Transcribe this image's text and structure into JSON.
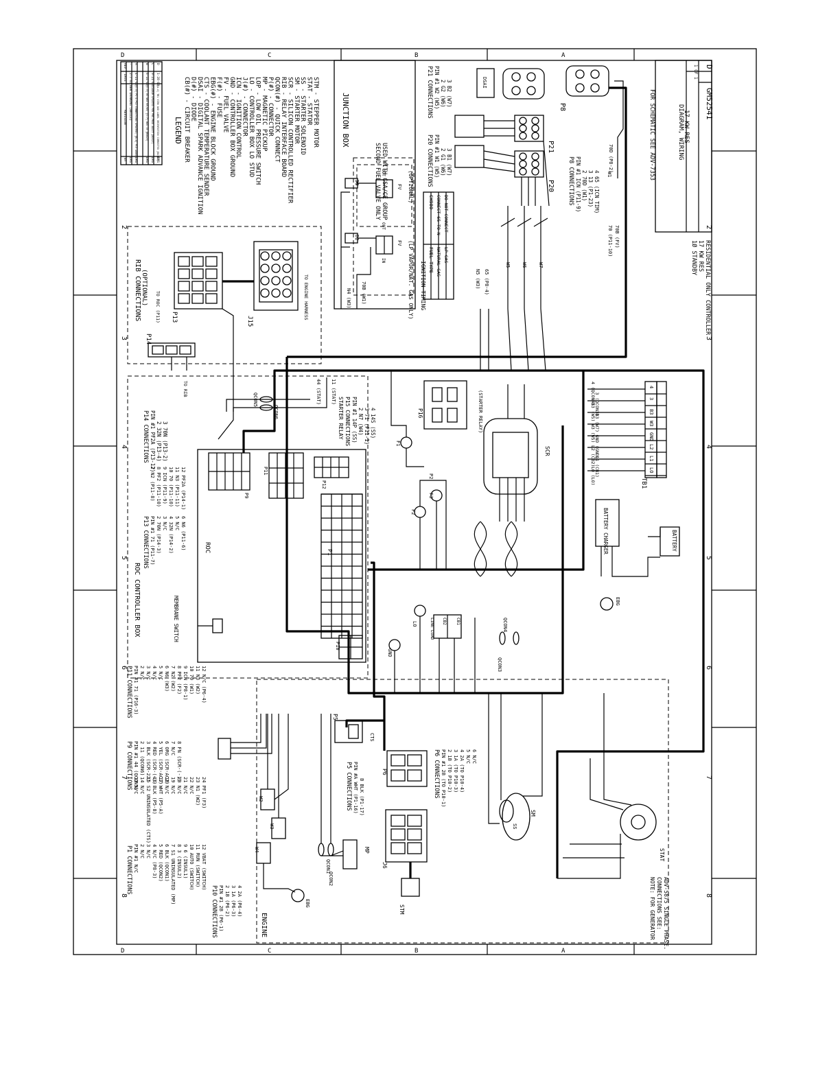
{
  "sheet": {
    "zones_top": [
      "D",
      "C",
      "B",
      "A"
    ],
    "zones_side": [
      "8",
      "7",
      "6",
      "5",
      "4",
      "3",
      "2"
    ],
    "drawing_title": "DIAGRAM, WIRING",
    "drawing_subtitle": "17 KW RES",
    "drawing_number": "GM52541",
    "revision_letter": "D",
    "sheet_label": "1 OF 1",
    "footer_line1": "1Ø STANDBY",
    "footer_line2": "17 KW RES",
    "footer_line3": "RESIDENTIAL ONLY CONTROLLER",
    "schematic_ref": "FOR SCHEMATIC SEE ADV-7353",
    "note_line1": "NOTE: FOR GENERATOR",
    "note_line2": "CONNECTIONS SEE:",
    "note_line3": "ADV-5875 SINGLE PHASE."
  },
  "revisions": {
    "header": [
      "REV",
      "DATE",
      "REVISION",
      "BY"
    ],
    "rows": [
      [
        "-",
        "2-7-07",
        "NEW DRAWING [B0113]",
        "DRS"
      ],
      [
        "A",
        "4-11-07",
        "[C-5] P1 & P12 CONNECTIONS UPDATED; [B-4] P13 ADDED",
        "DRS"
      ],
      [
        "B",
        "6-14-07",
        "[C-5] W1 WAS W5,W3; [C-7] WAS 15 [B0425]",
        "DRS"
      ],
      [
        "C",
        "9-21-07",
        "DIAGRAM UPDATED PER PRE-PROD AUDIT [B0527]",
        "DRS"
      ],
      [
        "D",
        "1-28-08",
        "[A-4] TB1 VIEW AND LABEL ORIENTATION CORRECTED [B4183]",
        "DRS"
      ]
    ]
  },
  "legend": {
    "title": "LEGEND",
    "items": [
      "CB(#) - CIRCUIT BREAKER",
      "D(#) - DIODE",
      "DSAI - DIGITAL SPARK ADVANCE IGNITION",
      "CTS - COOLANT TEMPERATURE SENDER",
      "EBG(#) - ENGINE BLOCK GROUND",
      "F(#) - FUSE",
      "FV - FUEL VALVE",
      "GND - CONTROLLER BOX GROUND",
      "ICN - IGNITION CONTROL",
      "J(#) - CONNECTOR",
      "LO - CONTROLLER BOX LO STUD",
      "LOP - LOW OIL PRESSURE SWITCH",
      "MP - MAGNETIC PICKUP",
      "P(#) - CONNECTOR",
      "QCON(#) - QUICK CONNECT",
      "RIB - RELAY INTERFACE BOARD",
      "SCR - SILICON CONTROLLED RECTIFIER",
      "SM - STARTER MOTOR",
      "SS - STARTER SOLENOID",
      "STAT - STATOR",
      "STM - STEPPER MOTOR"
    ]
  },
  "junction_box": {
    "title": "JUNCTION BOX",
    "second_valve_1": "SECOND FUEL VALVE ONLY",
    "second_valve_2": "USED WITH CSA/CE GROUP",
    "optional_lp": "(LP VAPOR/NAT. GAS ONLY)",
    "optional": "(OPTIONAL)",
    "d2": "D2",
    "d3": "D3",
    "fv": "FV",
    "in": "IN",
    "out": "OUT"
  },
  "ignition_timing": {
    "title": "IGNITION TIMING",
    "header": [
      "FUEL TYPE",
      "CH980"
    ],
    "rows": [
      [
        "NATURAL GAS",
        "CONNECT 65 TO N"
      ],
      [
        "LP GAS",
        "DO NOT CONNECT"
      ]
    ]
  },
  "p20_connections": {
    "title": "P20 CONNECTIONS",
    "lines": [
      "PIN #1  W1 (W5)",
      "2  G1 (W6)",
      "3  B1 (W7)"
    ]
  },
  "p21_connections": {
    "title": "P21 CONNECTIONS",
    "lines": [
      "PIN #1  W2 (W5)",
      "2  G2 (W6)",
      "3  B2 (W7)"
    ]
  },
  "p8_connections": {
    "title": "P8 CONNECTIONS",
    "lines": [
      "PIN #1  ICN (P11-9)",
      "2  70D (W1)",
      "3  13 (P1-23)",
      "4  65 (ICN TIM)"
    ]
  },
  "rib": {
    "title": "RIB CONNECTIONS",
    "optional": "(OPTIONAL)",
    "p13": "P13",
    "p14": "P14",
    "j15": "J15",
    "to_roc": "TO ROC (P11)",
    "to_engine": "TO ENGINE HARNESS",
    "to_rib": "TO RIB"
  },
  "roc": {
    "title": "ROC CONTROLLER BOX",
    "roc_label": "ROC",
    "membrane": "MEMBRANE SWITCH",
    "p14_title": "P14 CONNECTIONS",
    "p14_lines": [
      "PIN #1  PF2A (P13-12)",
      "2  32N (P13-4)",
      "3  70N (P13-2)"
    ],
    "p13_title": "P13 CONNECTIONS",
    "p13_lines": [
      "PIN #1  71 (P11-7)",
      "2  70N (P14-3)",
      "3  N/C",
      "4  32N (P14-2)",
      "5  N/C",
      "6  N6 (P11-6)",
      "7  N2 (P11-8)",
      "8  PF2 (P11-10)",
      "9  ICN (P11-9)",
      "10  70 (P11-10)",
      "11  N3 (P11-11)",
      "12  PF2A (P14-1)"
    ],
    "starter_relay_title": "STARTER RELAY",
    "p15_title": "P15 CONNECTIONS",
    "p15_lines": [
      "PIN #1  14P (SS)",
      "2  N7 (W4)",
      "3  71 (P11-1)",
      "4  14S (SS)"
    ],
    "starter_relay_note": "(STARTER RELAY)",
    "p16": "P16",
    "p12": "P12",
    "p11": "P11",
    "p1": "P1",
    "p10": "P10",
    "p9": "P9",
    "f1": "F1",
    "f2": "F2",
    "f3": "F3",
    "p2": "P2",
    "scr": "SCR",
    "tb1": "TB1",
    "battery_charger": "BATTERY CHARGER",
    "battery": "BATTERY",
    "ebg": "EBG",
    "gnd": "GND",
    "lo": "LO",
    "line": "LINE",
    "load": "LOAD",
    "cb1": "CB1",
    "cb2": "CB2"
  },
  "connections_lists": {
    "p1_title": "P1 CONNECTIONS",
    "p1_lines": [
      "PIN #1  N/C",
      "2  N/C",
      "3  N/C",
      "4  N/C (P8-3)",
      "5  RED (QCON2)",
      "6  BLK (QCON1)",
      "7  S1 UNINSULATED (MP)",
      "8  3 (INSUL2)",
      "9  6 (INSUL1)",
      "10  AUTO (SWITCH)",
      "11  RUN (SWITCH)",
      "12  VBAT (SWITCH)",
      "13  N/C",
      "14  N/C",
      "15  S2 UNINSULATED (CTS)",
      "16  BLK (P5-8)",
      "17  WHT (P5-A)",
      "18  N/C",
      "19  N/C",
      "20  N/C",
      "21  N/C",
      "22  N/C",
      "23  N1 (W2)",
      "24  PF1 (F3)"
    ],
    "p10_title": "P10 CONNECTIONS",
    "p10_lines": [
      "PIN #1  2B (P6-1)",
      "2  1B (P6-2)",
      "3  1A (P6-3)",
      "4  2A (P6-4)"
    ],
    "p9_title": "P9 CONNECTIONS",
    "p9_lines": [
      "PIN #1  44 (QCON5)",
      "2  11 (QCON6)",
      "3  BLK (SCR-22)",
      "4  RED (SCR-(+))",
      "5  YEL (SCR-AC1)",
      "6  ORG (SCR-AC2)",
      "7  N/C",
      "8  FN (SCR-(-))"
    ],
    "p11_title": "P11 CONNECTIONS",
    "p11_lines": [
      "PIN #1  71 (P16-3)",
      "2  N/C",
      "3  N/C",
      "4  N/C",
      "5  N/C",
      "6  N6 (W3)",
      "7  N2 (W2)",
      "8  PF2 (F2)",
      "9  ICN (P8-1)",
      "10  70 (W1)",
      "11  N3 (W2)",
      "12  N/C (P6-4)"
    ],
    "p5_title": "P5 CONNECTIONS",
    "p5_lines": [
      "PIN #A  WHT (P1-16)",
      "B  BLK (P1-17)"
    ],
    "p6_title": "P6 CONNECTIONS",
    "p6_lines": [
      "PIN #1  2B (TO P10-1)",
      "2  1B (TO P10-2)",
      "3  1A (TO P10-3)",
      "4  2A (TO P10-4)",
      "5  N/C",
      "6  N/C"
    ]
  },
  "engine": {
    "label": "ENGINE",
    "mp": "MP",
    "stm": "STM",
    "cts": "CTS",
    "ss": "SS",
    "sm": "SM",
    "stat": "STAT",
    "j6": "J6",
    "p6": "P6",
    "p5": "P5",
    "qcon1": "QCON1",
    "qcon2": "QCON2",
    "ebg": "EBG",
    "w2": "W2",
    "w3": "W3",
    "w4": "W4",
    "dsai": "DSAI",
    "p8": "P8",
    "p20": "P20",
    "p21": "P21",
    "w1": "W1"
  },
  "wire_labels": {
    "n4": "N4 (W3)",
    "n70b": "70B (W1)",
    "n5": "N5 (W3)",
    "n65": "65 (P8-4)",
    "stat44": "44 (STAT)",
    "stat11": "11 (STAT)",
    "qcon5": "QCON5",
    "qcon6": "QCON6",
    "qcon3": "QCON3",
    "qcon4": "QCON4",
    "tb_labels": [
      "4 (QCON4)",
      "3 (QCON3)",
      "B3 (W5)",
      "B3 (W7)",
      "W3 (W5)",
      "GND (GND)",
      "L2 (CB2)",
      "L1 (CB1)",
      "LO (LO)"
    ],
    "tb_terms": [
      "4",
      "3",
      "B3",
      "W3",
      "GND",
      "L2",
      "L1",
      "LO"
    ],
    "w5": "W5",
    "w6": "W6",
    "w7": "W7",
    "w70": "70 (P11-10)",
    "w70b": "70B (FV)",
    "w70d": "70D (P8-2)"
  }
}
